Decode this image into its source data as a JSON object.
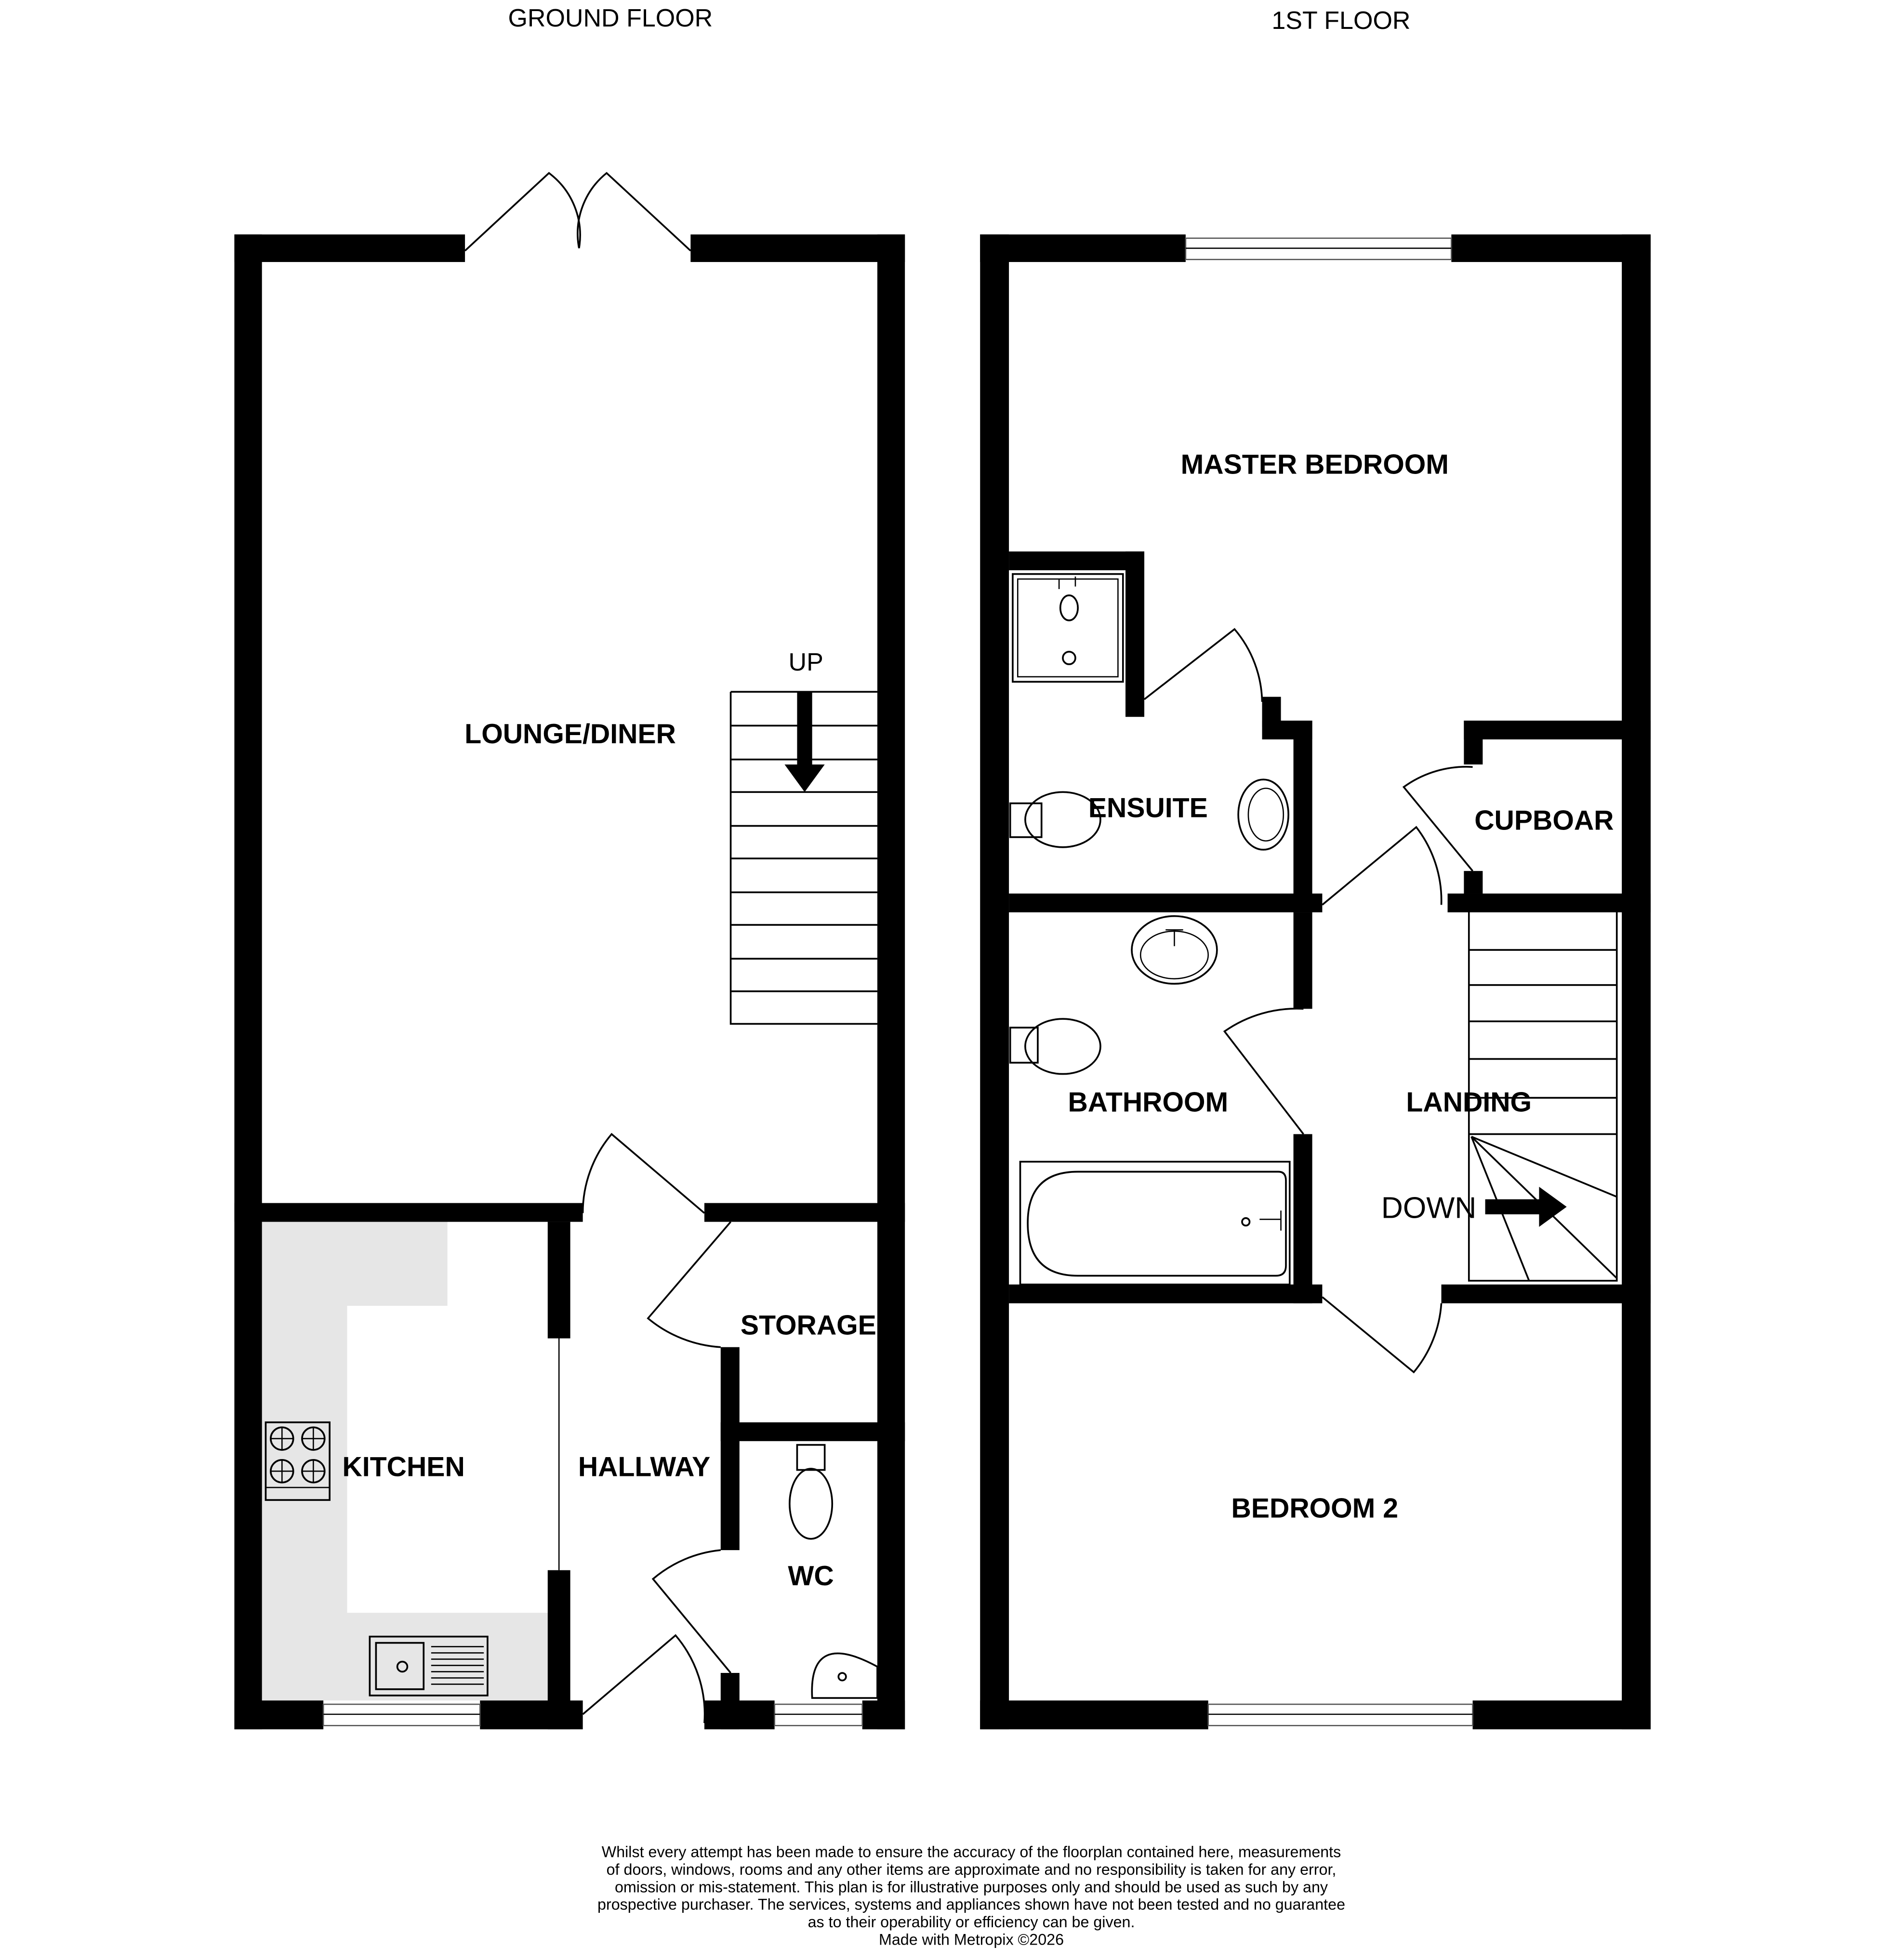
{
  "floors": {
    "ground": {
      "title": "GROUND FLOOR",
      "rooms": {
        "lounge": "LOUNGE/DINER",
        "kitchen": "KITCHEN",
        "hallway": "HALLWAY",
        "storage": "STORAGE",
        "wc": "WC"
      },
      "stairs_label": "UP"
    },
    "first": {
      "title": "1ST FLOOR",
      "rooms": {
        "master": "MASTER BEDROOM",
        "ensuite": "ENSUITE",
        "cupboard": "CUPBOAR",
        "bathroom": "BATHROOM",
        "landing": "LANDING",
        "bedroom2": "BEDROOM 2"
      },
      "stairs_label": "DOWN"
    }
  },
  "disclaimer": {
    "lines": [
      "Whilst every attempt has been made to ensure the accuracy of the floorplan contained here, measurements",
      "of doors, windows, rooms and any other items are approximate and no responsibility is taken for any error,",
      "omission or mis-statement. This plan is for illustrative purposes only and should be used as such by any",
      "prospective purchaser. The services, systems and appliances shown have not been tested and no guarantee",
      "as to their operability or efficiency can be given."
    ],
    "credit": "Made with Metropix ©2026"
  },
  "colors": {
    "wall": "#000000",
    "kitchen_counter": "#e6e6e6"
  }
}
